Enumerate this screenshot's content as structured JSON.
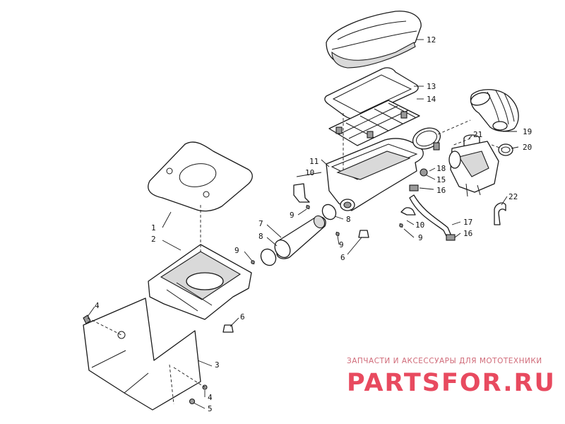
{
  "diagram": {
    "callouts": [
      {
        "id": "c1",
        "text": "1"
      },
      {
        "id": "c2",
        "text": "2"
      },
      {
        "id": "c3",
        "text": "3"
      },
      {
        "id": "c4a",
        "text": "4"
      },
      {
        "id": "c4b",
        "text": "4"
      },
      {
        "id": "c5",
        "text": "5"
      },
      {
        "id": "c6a",
        "text": "6"
      },
      {
        "id": "c6b",
        "text": "6"
      },
      {
        "id": "c7",
        "text": "7"
      },
      {
        "id": "c8a",
        "text": "8"
      },
      {
        "id": "c8b",
        "text": "8"
      },
      {
        "id": "c9a",
        "text": "9"
      },
      {
        "id": "c9b",
        "text": "9"
      },
      {
        "id": "c9c",
        "text": "9"
      },
      {
        "id": "c9d",
        "text": "9"
      },
      {
        "id": "c10a",
        "text": "10"
      },
      {
        "id": "c10b",
        "text": "10"
      },
      {
        "id": "c11",
        "text": "11"
      },
      {
        "id": "c12",
        "text": "12"
      },
      {
        "id": "c13",
        "text": "13"
      },
      {
        "id": "c14",
        "text": "14"
      },
      {
        "id": "c15",
        "text": "15"
      },
      {
        "id": "c16a",
        "text": "16"
      },
      {
        "id": "c16b",
        "text": "16"
      },
      {
        "id": "c17",
        "text": "17"
      },
      {
        "id": "c18",
        "text": "18"
      },
      {
        "id": "c19",
        "text": "19"
      },
      {
        "id": "c20",
        "text": "20"
      },
      {
        "id": "c21",
        "text": "21"
      },
      {
        "id": "c22",
        "text": "22"
      }
    ]
  },
  "watermark": {
    "caption": "ЗАПЧАСТИ И АКСЕССУАРЫ ДЛЯ МОТОТЕХНИКИ",
    "logo": "PARTSFOR.RU",
    "logo_color": "#e84a5f"
  }
}
